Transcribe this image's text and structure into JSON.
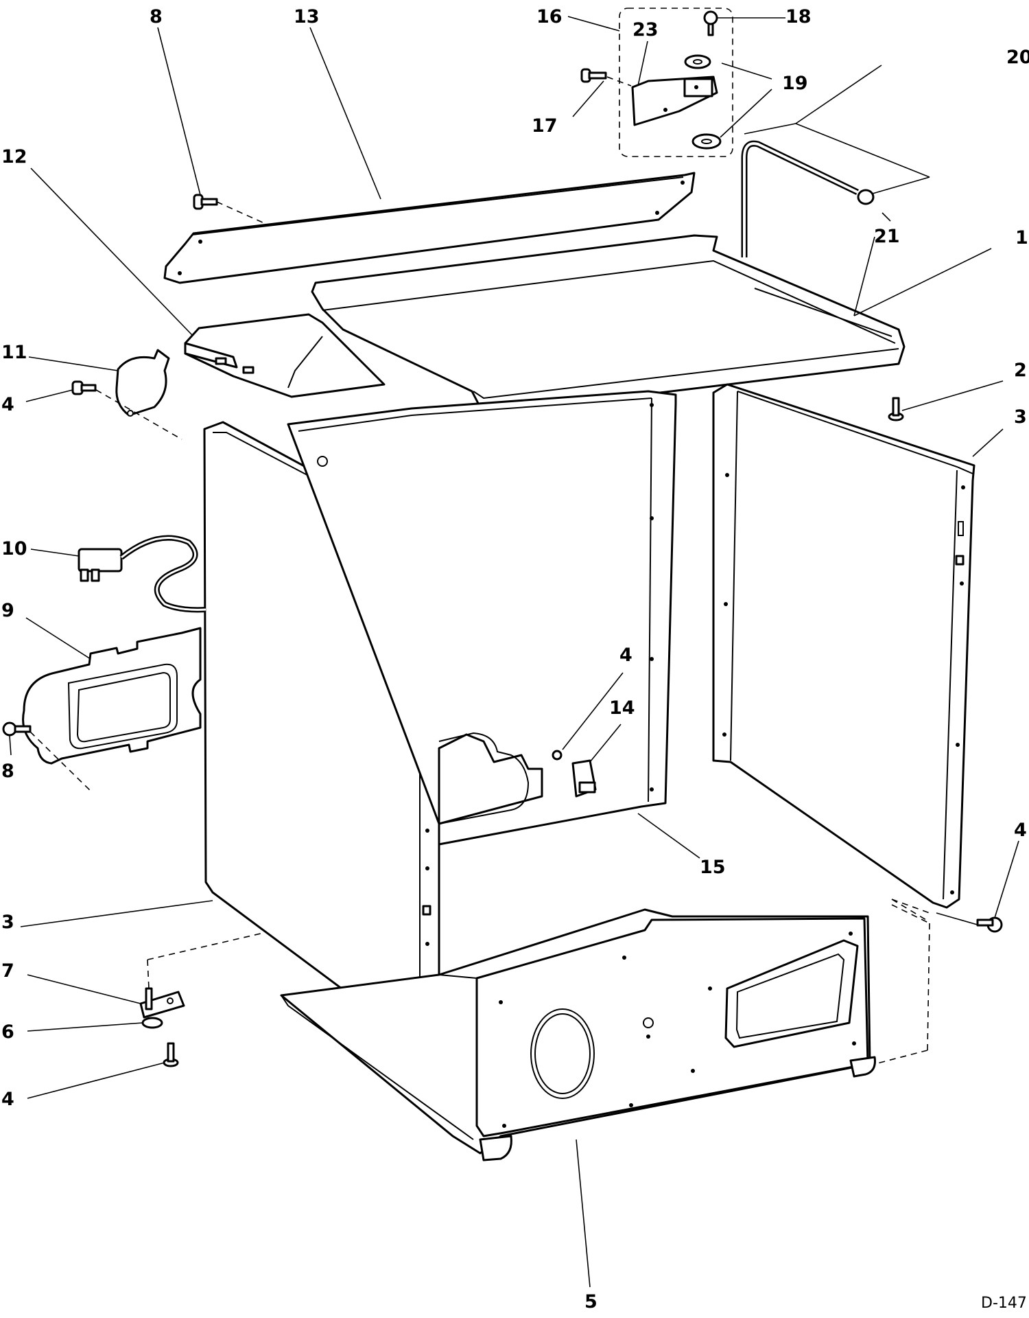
{
  "callouts": {
    "c8_top": "8",
    "c13": "13",
    "c16": "16",
    "c23": "23",
    "c18": "18",
    "c20": "20",
    "c19": "19",
    "c17": "17",
    "c21": "21",
    "c1": "1",
    "c12": "12",
    "c11": "11",
    "c4_left": "4",
    "c2": "2",
    "c3_right": "3",
    "c10": "10",
    "c9": "9",
    "c4_mid": "4",
    "c14": "14",
    "c8_left": "8",
    "c15": "15",
    "c4_right": "4",
    "c3_left": "3",
    "c7": "7",
    "c6": "6",
    "c4_bottom": "4",
    "c5": "5"
  },
  "document_id": "D-147"
}
